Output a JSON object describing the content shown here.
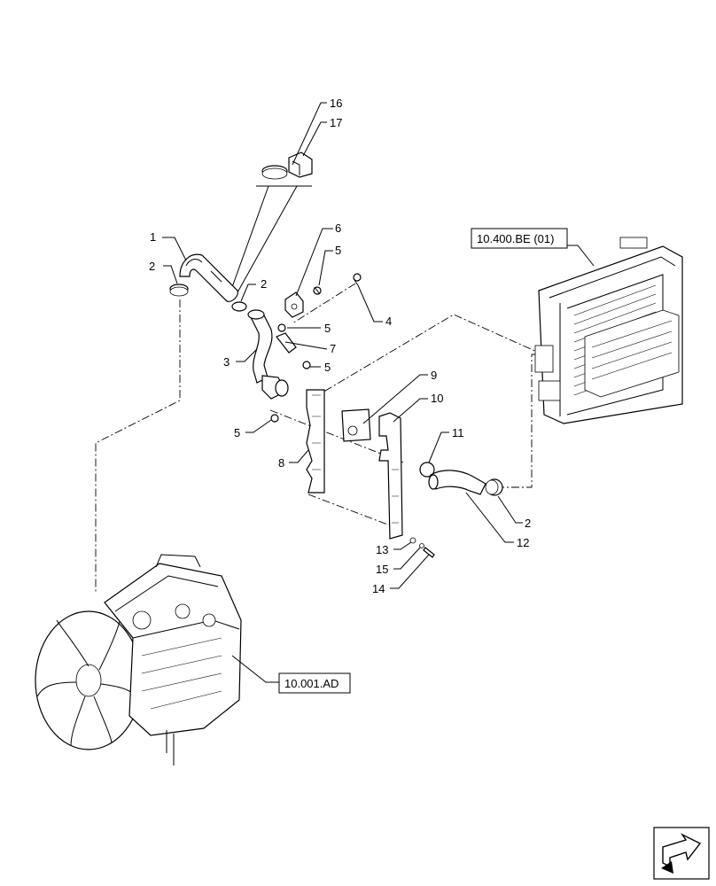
{
  "callouts": {
    "c1": "1",
    "c2a": "2",
    "c2b": "2",
    "c2c": "2",
    "c3": "3",
    "c4": "4",
    "c5a": "5",
    "c5b": "5",
    "c5c": "5",
    "c5d": "5",
    "c6": "6",
    "c7": "7",
    "c8": "8",
    "c9": "9",
    "c10": "10",
    "c11": "11",
    "c12": "12",
    "c13": "13",
    "c14": "14",
    "c15": "15",
    "c16": "16",
    "c17": "17"
  },
  "references": {
    "radiator": "10.400.BE (01)",
    "engine": "10.001.AD"
  },
  "icons": {
    "navigation": "next-page-arrow-icon"
  }
}
